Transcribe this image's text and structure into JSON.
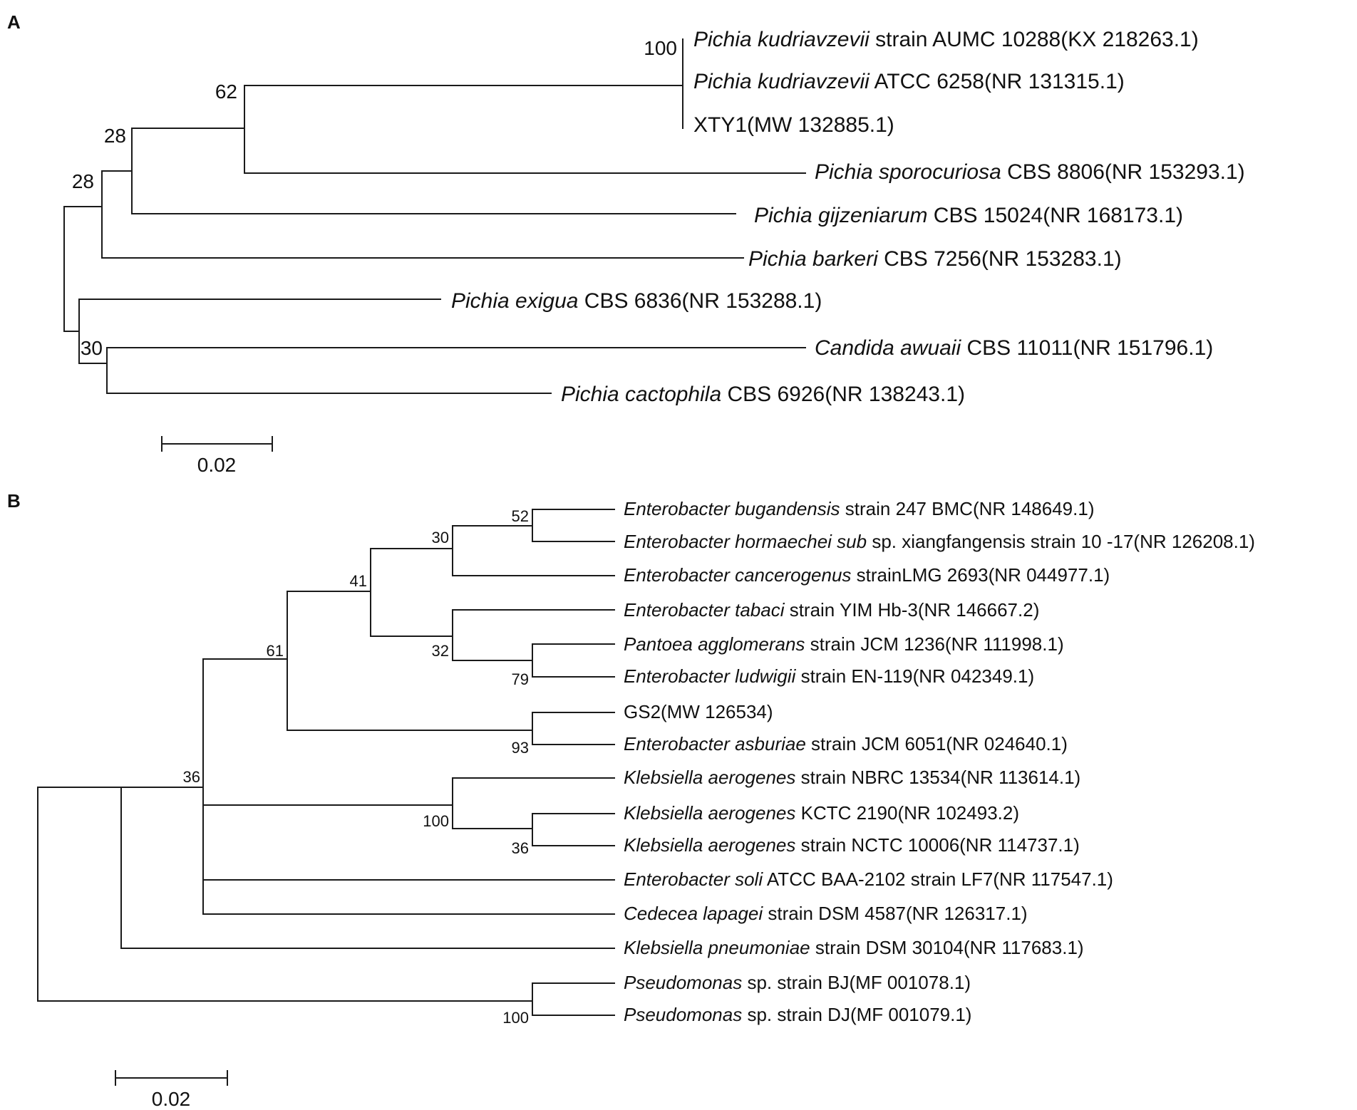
{
  "panels": [
    {
      "id": "A",
      "letter": "A",
      "scale_label": "0.02",
      "tips": [
        {
          "italic": "Pichia kudriavzevii",
          "rest": " strain AUMC 10288(KX 218263.1)"
        },
        {
          "italic": "Pichia kudriavzevii",
          "rest": " ATCC 6258(NR 131315.1)"
        },
        {
          "italic": "",
          "rest": "XTY1(MW 132885.1)"
        },
        {
          "italic": "Pichia sporocuriosa",
          "rest": " CBS 8806(NR 153293.1)"
        },
        {
          "italic": "Pichia gijzeniarum",
          "rest": " CBS 15024(NR 168173.1)"
        },
        {
          "italic": "Pichia barkeri",
          "rest": " CBS 7256(NR 153283.1)"
        },
        {
          "italic": "Pichia exigua",
          "rest": " CBS 6836(NR 153288.1)"
        },
        {
          "italic": "Candida awuaii",
          "rest": " CBS 11011(NR 151796.1)"
        },
        {
          "italic": "Pichia cactophila",
          "rest": " CBS 6926(NR 138243.1)"
        }
      ],
      "bootstrap": [
        "100",
        "62",
        "28",
        "28",
        "30"
      ]
    },
    {
      "id": "B",
      "letter": "B",
      "scale_label": "0.02",
      "tips": [
        {
          "italic": "Enterobacter bugandensis",
          "rest": " strain 247 BMC(NR 148649.1)"
        },
        {
          "italic": "Enterobacter hormaechei sub",
          "rest": " sp. xiangfangensis strain 10 -17(NR 126208.1)"
        },
        {
          "italic": "Enterobacter cancerogenus",
          "rest": " strainLMG 2693(NR 044977.1)"
        },
        {
          "italic": "Enterobacter tabaci",
          "rest": " strain YIM Hb-3(NR 146667.2)"
        },
        {
          "italic": "Pantoea agglomerans",
          "rest": " strain JCM 1236(NR 111998.1)"
        },
        {
          "italic": "Enterobacter ludwigii",
          "rest": " strain EN-119(NR 042349.1)"
        },
        {
          "italic": "",
          "rest": "GS2(MW 126534)"
        },
        {
          "italic": "Enterobacter asburiae",
          "rest": " strain JCM 6051(NR 024640.1)"
        },
        {
          "italic": "Klebsiella aerogenes",
          "rest": " strain NBRC 13534(NR 113614.1)"
        },
        {
          "italic": "Klebsiella aerogenes",
          "rest": " KCTC 2190(NR 102493.2)"
        },
        {
          "italic": "Klebsiella aerogenes",
          "rest": " strain NCTC 10006(NR 114737.1)"
        },
        {
          "italic": "Enterobacter soli",
          "rest": " ATCC BAA-2102 strain LF7(NR 117547.1)"
        },
        {
          "italic": "Cedecea lapagei",
          "rest": " strain DSM 4587(NR 126317.1)"
        },
        {
          "italic": "Klebsiella pneumoniae",
          "rest": " strain DSM 30104(NR 117683.1)"
        },
        {
          "italic": "Pseudomonas",
          "rest": " sp. strain BJ(MF 001078.1)"
        },
        {
          "italic": "Pseudomonas",
          "rest": " sp. strain DJ(MF 001079.1)"
        }
      ],
      "bootstrap": [
        "52",
        "30",
        "41",
        "32",
        "79",
        "93",
        "61",
        "100",
        "36",
        "36",
        "100"
      ]
    }
  ]
}
